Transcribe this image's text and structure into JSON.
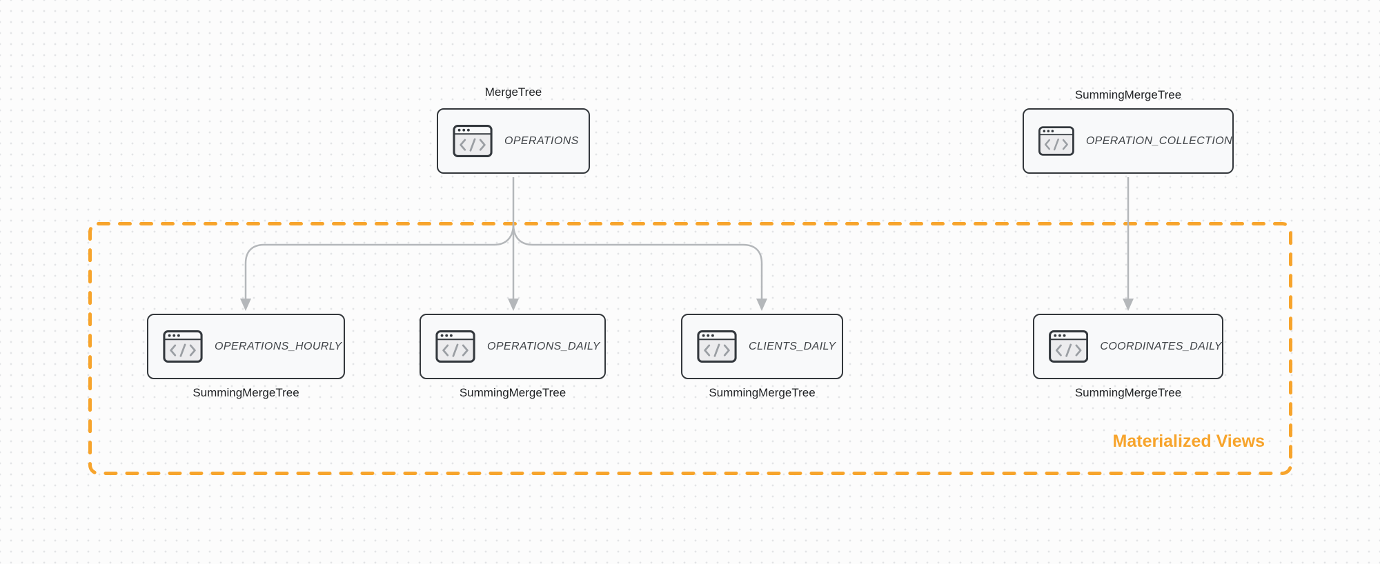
{
  "diagram": {
    "group": {
      "label": "Materialized Views"
    },
    "nodes": [
      {
        "id": "operations",
        "name": "OPERATIONS",
        "engine": "MergeTree",
        "engine_label_position": "above"
      },
      {
        "id": "operation_collection",
        "name": "OPERATION_COLLECTION",
        "engine": "SummingMergeTree",
        "engine_label_position": "above"
      },
      {
        "id": "operations_hourly",
        "name": "OPERATIONS_HOURLY",
        "engine": "SummingMergeTree",
        "engine_label_position": "below"
      },
      {
        "id": "operations_daily",
        "name": "OPERATIONS_DAILY",
        "engine": "SummingMergeTree",
        "engine_label_position": "below"
      },
      {
        "id": "clients_daily",
        "name": "CLIENTS_DAILY",
        "engine": "SummingMergeTree",
        "engine_label_position": "below"
      },
      {
        "id": "coordinates_daily",
        "name": "COORDINATES_DAILY",
        "engine": "SummingMergeTree",
        "engine_label_position": "below"
      }
    ],
    "edges": [
      {
        "from": "OPERATIONS",
        "to": "OPERATIONS_HOURLY"
      },
      {
        "from": "OPERATIONS",
        "to": "OPERATIONS_DAILY"
      },
      {
        "from": "OPERATIONS",
        "to": "CLIENTS_DAILY"
      },
      {
        "from": "OPERATION_COLLECTION",
        "to": "COORDINATES_DAILY"
      }
    ],
    "icons": {
      "node_icon": "code-window-icon"
    },
    "colors": {
      "accent_orange": "#F7A42C",
      "node_border": "#33373B",
      "node_fill": "#F8F9FA",
      "arrow_gray": "#B4B7BA",
      "text_dark": "#1D1F22"
    }
  }
}
